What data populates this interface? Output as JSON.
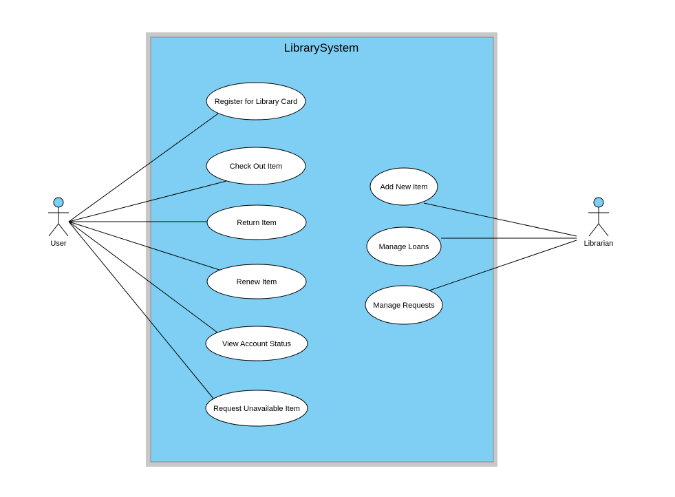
{
  "system": {
    "title": "LibrarySystem",
    "fill_color": "#7ecff3",
    "border_color": "#c8c8c8"
  },
  "actors": [
    {
      "id": "user",
      "label": "User",
      "head_color": "#7ecff3"
    },
    {
      "id": "librarian",
      "label": "Librarian",
      "head_color": "#7ecff3"
    }
  ],
  "use_cases": [
    {
      "id": "register",
      "label": "Register for Library Card"
    },
    {
      "id": "checkout",
      "label": "Check Out Item"
    },
    {
      "id": "return",
      "label": "Return Item"
    },
    {
      "id": "renew",
      "label": "Renew Item"
    },
    {
      "id": "view",
      "label": "View Account Status"
    },
    {
      "id": "request",
      "label": "Request Unavailable Item"
    },
    {
      "id": "addnew",
      "label": "Add New Item"
    },
    {
      "id": "loans",
      "label": "Manage Loans"
    },
    {
      "id": "requests",
      "label": "Manage Requests"
    }
  ],
  "associations": [
    {
      "actor": "user",
      "use_case": "register"
    },
    {
      "actor": "user",
      "use_case": "checkout"
    },
    {
      "actor": "user",
      "use_case": "return"
    },
    {
      "actor": "user",
      "use_case": "renew"
    },
    {
      "actor": "user",
      "use_case": "view"
    },
    {
      "actor": "user",
      "use_case": "request"
    },
    {
      "actor": "librarian",
      "use_case": "addnew"
    },
    {
      "actor": "librarian",
      "use_case": "loans"
    },
    {
      "actor": "librarian",
      "use_case": "requests"
    }
  ]
}
